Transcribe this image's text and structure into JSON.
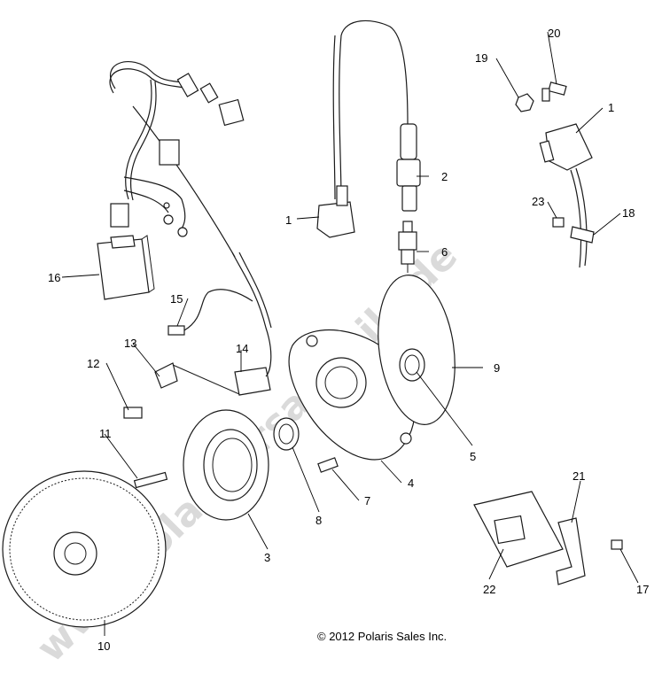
{
  "copyright": "© 2012 Polaris Sales Inc.",
  "watermark": "www.polarisersatzteile.de",
  "callouts": {
    "c1a": "1",
    "c1b": "1",
    "c2": "2",
    "c3": "3",
    "c4": "4",
    "c5": "5",
    "c6": "6",
    "c7": "7",
    "c8": "8",
    "c9": "9",
    "c10": "10",
    "c11": "11",
    "c12": "12",
    "c13": "13",
    "c14": "14",
    "c15": "15",
    "c16": "16",
    "c17": "17",
    "c18": "18",
    "c19": "19",
    "c20": "20",
    "c21": "21",
    "c22": "22",
    "c23": "23"
  }
}
